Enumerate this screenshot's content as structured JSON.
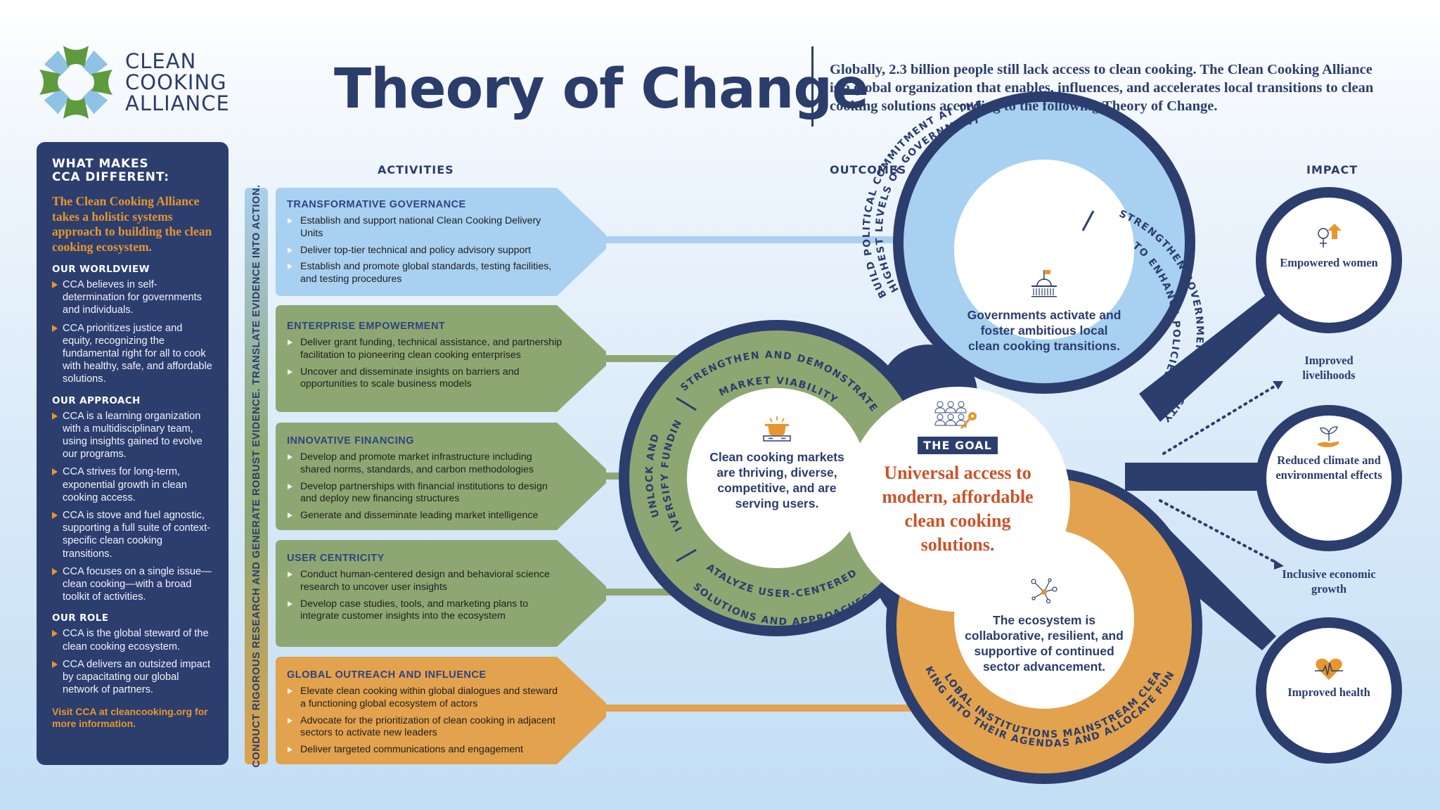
{
  "logo": {
    "lines": [
      "CLEAN",
      "COOKING",
      "ALLIANCE"
    ],
    "colors": {
      "green": "#5e9a3e",
      "blue": "#8fc3e6"
    }
  },
  "header": {
    "title": "Theory of Change",
    "intro": "Globally, 2.3 billion people still lack access to clean cooking. The Clean Cooking Alliance is a global organization that enables, influences, and accelerates local transitions to clean cooking solutions according to the following Theory of Change."
  },
  "sidebar": {
    "heading_line1": "WHAT MAKES",
    "heading_line2": "CCA DIFFERENT:",
    "lead": "The Clean Cooking Alliance takes a holistic systems approach to building the clean cooking ecosystem.",
    "sections": [
      {
        "title": "OUR WORLDVIEW",
        "items": [
          "CCA believes in self-determination for governments and individuals.",
          "CCA prioritizes justice and equity, recognizing the fundamental right for all to cook with healthy, safe, and affordable solutions."
        ]
      },
      {
        "title": "OUR APPROACH",
        "items": [
          "CCA is a learning organization with a multidisciplinary team, using insights gained to evolve our programs.",
          "CCA strives for long-term, exponential growth in clean cooking access.",
          "CCA is stove and fuel agnostic, supporting a full suite of context-specific clean cooking transitions.",
          "CCA focuses on a single issue—clean cooking—with a broad toolkit of activities."
        ]
      },
      {
        "title": "OUR ROLE",
        "items": [
          "CCA is the global steward of the clean cooking ecosystem.",
          "CCA delivers an outsized impact by capacitating our global network of partners."
        ]
      }
    ],
    "visit": "Visit CCA at cleancooking.org for more information."
  },
  "columns": {
    "activities": "ACTIVITIES",
    "outcomes": "OUTCOMES",
    "impact": "IMPACT"
  },
  "evidence_bar": "CONDUCT RIGOROUS RESEARCH AND GENERATE ROBUST EVIDENCE. TRANSLATE EVIDENCE INTO ACTION.",
  "activities": [
    {
      "title": "TRANSFORMATIVE GOVERNANCE",
      "color": "#a8d0f0",
      "items": [
        "Establish and support national Clean Cooking Delivery Units",
        "Deliver top-tier technical and policy advisory support",
        "Establish and promote global standards, testing facilities, and testing procedures"
      ]
    },
    {
      "title": "ENTERPRISE EMPOWERMENT",
      "color": "#8ea772",
      "items": [
        "Deliver grant funding, technical assistance, and partnership facilitation to pioneering clean cooking enterprises",
        "Uncover and disseminate insights on barriers and opportunities to scale business models"
      ]
    },
    {
      "title": "INNOVATIVE FINANCING",
      "color": "#8ea772",
      "items": [
        "Develop and promote market infrastructure including shared norms, standards, and carbon methodologies",
        "Develop partnerships with financial institutions to design and deploy new financing structures",
        "Generate and disseminate leading market intelligence"
      ]
    },
    {
      "title": "USER CENTRICITY",
      "color": "#8ea772",
      "items": [
        "Conduct human-centered design and behavioral science research to uncover user insights",
        "Develop case studies, tools, and marketing plans to integrate customer insights into the ecosystem"
      ]
    },
    {
      "title": "GLOBAL OUTREACH AND INFLUENCE",
      "color": "#e3a24e",
      "items": [
        "Elevate clean cooking within global dialogues and steward a functioning global ecosystem of actors",
        "Advocate for the prioritization of clean cooking in adjacent sectors to activate new leaders",
        "Deliver targeted communications and engagement"
      ]
    }
  ],
  "outcomes": {
    "government": {
      "icon": "capitol-icon",
      "text": "Governments activate and foster ambitious local clean cooking transitions.",
      "arc_left_line1": "BUILD POLITICAL COMMITMENT AT THE",
      "arc_left_line2": "HIGHEST LEVELS OF GOVERNMENT",
      "arc_right_line1": "STRENGTHEN GOVERNMENT CAPACITY",
      "arc_right_line2": "TO ENHANCE POLICIES",
      "color": "#a8d0f0"
    },
    "markets": {
      "icon": "cookstove-icon",
      "text": "Clean cooking markets are thriving, diverse, competitive, and are serving users.",
      "arc_top_line1": "STRENGTHEN AND DEMONSTRATE",
      "arc_top_line2": "MARKET VIABILITY",
      "arc_left_line1": "UNLOCK AND",
      "arc_left_line2": "DIVERSIFY FUNDING",
      "arc_bottom_line1": "CATALYZE USER-CENTERED",
      "arc_bottom_line2": "SOLUTIONS AND APPROACHES",
      "color": "#8ea772"
    },
    "ecosystem": {
      "icon": "network-icon",
      "text": "The ecosystem is collaborative, resilient, and supportive of continued sector advancement.",
      "arc_line1": "GLOBAL INSTITUTIONS MAINSTREAM CLEAN",
      "arc_line2": "COOKING INTO THEIR AGENDAS AND ALLOCATE FUNDING",
      "color": "#e3a24e"
    },
    "goal": {
      "icon": "people-key-icon",
      "badge": "THE GOAL",
      "text": "Universal access to modern, affordable clean cooking solutions."
    }
  },
  "impact": {
    "circles": [
      {
        "icon": "female-arrow-icon",
        "label": "Empowered women"
      },
      {
        "icon": "hand-sprout-icon",
        "label": "Reduced climate and environmental effects"
      },
      {
        "icon": "heartbeat-icon",
        "label": "Improved health"
      }
    ],
    "secondary": [
      {
        "label": "Improved livelihoods"
      },
      {
        "label": "Inclusive economic growth"
      }
    ]
  },
  "colors": {
    "navy": "#2c3e6e",
    "orange": "#e3a24e",
    "green": "#8ea772",
    "light_blue": "#a8d0f0",
    "goal_red": "#c9542a"
  }
}
